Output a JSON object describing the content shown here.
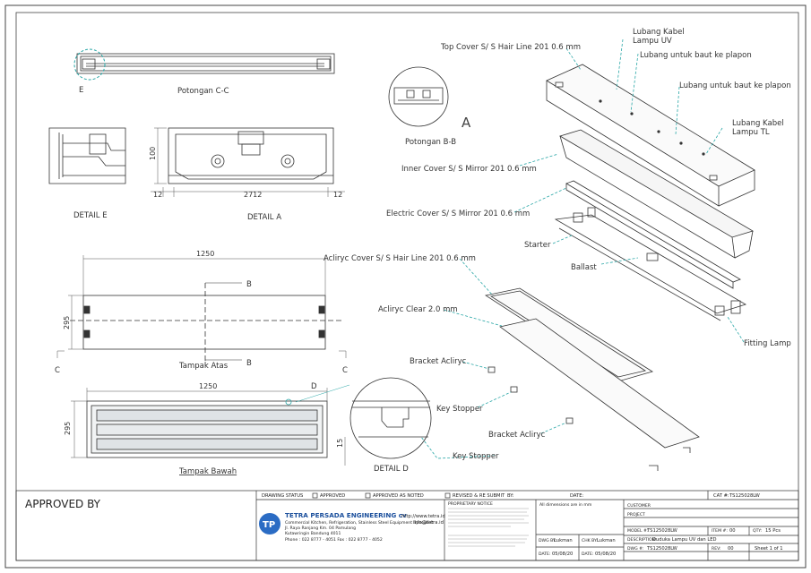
{
  "views": {
    "potongan_cc": "Potongan C-C",
    "potongan_bb": "Potongan B-B",
    "detail_e": "DETAIL E",
    "detail_a": "DETAIL A",
    "detail_d": "DETAIL D",
    "tampak_atas": "Tampak Atas",
    "tampak_bawah": "Tampak Bawah",
    "mark_e": "E",
    "mark_a": "A",
    "mark_b": "B",
    "mark_c": "C",
    "mark_d": "D"
  },
  "dimensions": {
    "d100": "100",
    "d12": "12",
    "d2712": "2712",
    "d1250": "1250",
    "d295": "295",
    "d15": "15"
  },
  "callouts": {
    "top_cover": "Top Cover S/ S Hair Line 201 0.6 mm",
    "lubang_kabel_uv": "Lubang Kabel\nLampu UV",
    "lubang_baut_1": "Lubang untuk baut ke plapon",
    "lubang_baut_2": "Lubang untuk baut ke plapon",
    "lubang_kabel_tl": "Lubang Kabel\nLampu TL",
    "inner_cover": "Inner Cover S/ S Mirror 201 0.6 mm",
    "electric_cover": "Electric Cover S/ S Mirror 201 0.6 mm",
    "starter": "Starter",
    "ballast": "Ballast",
    "acrylic_cover": "Acliryc Cover S/ S Hair Line 201 0.6 mm",
    "acrylic_clear": "Acliryc Clear 2.0 mm",
    "fitting_lamp": "Fitting Lamp",
    "bracket_1": "Bracket Acliryc",
    "key_stopper_1": "Key Stopper",
    "bracket_2": "Bracket Acliryc",
    "key_stopper_2": "Key Stopper"
  },
  "title_block": {
    "approved_by": "APPROVED BY",
    "drawing_status": "DRAWING STATUS",
    "approved": "APPROVED",
    "approved_as_noted": "APPROVED AS NOTED",
    "revised": "REVISED & RE SUBMIT",
    "by": "BY:",
    "date": "DATE:",
    "cat_label": "CAT #:",
    "cat_value": "TS125028LW",
    "company": "TETRA PERSADA ENGINEERING cv",
    "company_sub": "Commercial Kitchen, Refrigeration, Stainless Steel Equipment Specialist",
    "address_1": "Jl. Raya Ranjang Km. 04 Pamulang",
    "address_2": "Kutawringin Bandung 4011",
    "phone": "Phone : 022 8777 - 4051  Fax : 022 8777 - 4052",
    "web": "http://www.tetra.id",
    "email": "info@tetra.id",
    "proprietary": "PROPRIETARY NOTICE",
    "all_dims": "All dimensions are in mm",
    "customer": "CUSTOMER",
    "project": "PROJECT",
    "model_label": "MODEL #:",
    "model_value": "TS125028LW",
    "item_label": "ITEM #:",
    "item_value": "00",
    "qty_label": "QTY:",
    "qty_value": "15 Pcs",
    "dwg_by": "DWG BY:",
    "dwg_by_value": "Lukman",
    "chk_by": "CHK BY:",
    "chk_by_value": "Lukman",
    "desc_label": "DESCRIPTION:",
    "desc_value": "Duduka Lampu UV dan LED",
    "date_label": "DATE:",
    "date_1": "05/08/20",
    "date_2": "05/08/20",
    "dwg_no_label": "DWG #:",
    "dwg_no_value": "TS125028LW",
    "rev_label": "REV:",
    "rev_value": "00",
    "sheet": "Sheet 1 of 1"
  },
  "colors": {
    "teal": "#2aa7a7",
    "line": "#333333",
    "blue_text": "#1b4f9c",
    "logo": "#2b6cc4"
  }
}
